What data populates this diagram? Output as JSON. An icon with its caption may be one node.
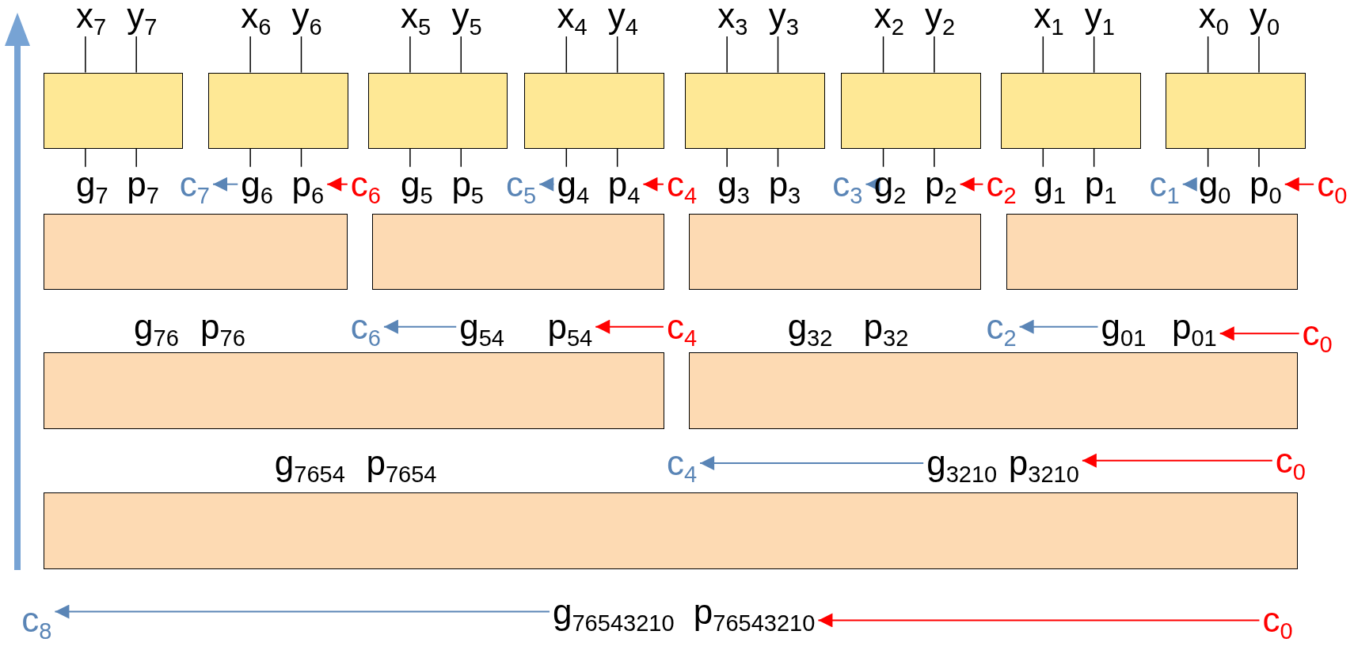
{
  "diagram": {
    "nodes": [
      {
        "text": [
          "x$_{7}$"
        ]
      },
      {
        "text": [
          "y$_{7}$"
        ]
      },
      {
        "text": [
          "x$_{6}$"
        ]
      },
      {
        "text": [
          "y$_{6}$"
        ]
      },
      {
        "text": [
          "x$_{5}$"
        ]
      },
      {
        "text": [
          "y$_{5}$"
        ]
      },
      {
        "text": [
          "x$_{4}$"
        ]
      },
      {
        "text": [
          "y$_{4}$"
        ]
      },
      {
        "text": [
          "x$_{3}$"
        ]
      },
      {
        "text": [
          "y$_{3}$"
        ]
      },
      {
        "text": [
          "x$_{2}$"
        ]
      },
      {
        "text": [
          "y$_{2}$"
        ]
      },
      {
        "text": [
          "x$_{1}$"
        ]
      },
      {
        "text": [
          "y$_{1}$"
        ]
      },
      {
        "text": [
          "x$_{0}$"
        ]
      },
      {
        "text": [
          "y$_{0}$"
        ]
      },
      {
        "text": [],
        "shape": "box"
      },
      {
        "text": [],
        "shape": "box"
      },
      {
        "text": [],
        "shape": "box"
      },
      {
        "text": [],
        "shape": "box"
      },
      {
        "text": [],
        "shape": "box"
      },
      {
        "text": [],
        "shape": "box"
      },
      {
        "text": [],
        "shape": "box"
      },
      {
        "text": [],
        "shape": "box"
      },
      {
        "text": [
          "g$_{7}$"
        ]
      },
      {
        "text": [
          "p$_{7}$"
        ]
      },
      {
        "text": [
          "c$_{7}$"
        ]
      },
      {
        "text": [
          "g$_{6}$"
        ]
      },
      {
        "text": [
          "p$_{6}$"
        ]
      },
      {
        "text": [
          "c$_{6}$"
        ]
      },
      {
        "text": [
          "g$_{5}$"
        ]
      },
      {
        "text": [
          "p$_{5}$"
        ]
      },
      {
        "text": [
          "c$_{5}$"
        ]
      },
      {
        "text": [
          "g$_{4}$"
        ]
      },
      {
        "text": [
          "p$_{4}$"
        ]
      },
      {
        "text": [
          "c$_{4}$"
        ]
      },
      {
        "text": [
          "g$_{3}$"
        ]
      },
      {
        "text": [
          "p$_{3}$"
        ]
      },
      {
        "text": [
          "c$_{3}$"
        ]
      },
      {
        "text": [
          "g$_{2}$"
        ]
      },
      {
        "text": [
          "p$_{2}$"
        ]
      },
      {
        "text": [
          "c$_{2}$"
        ]
      },
      {
        "text": [
          "g$_{1}$"
        ]
      },
      {
        "text": [
          "p$_{1}$"
        ]
      },
      {
        "text": [
          "c$_{1}$"
        ]
      },
      {
        "text": [
          "g$_{0}$"
        ]
      },
      {
        "text": [
          "p$_{0}$"
        ]
      },
      {
        "text": [
          "c$_{0}$"
        ]
      },
      {
        "text": [],
        "shape": "box"
      },
      {
        "text": [],
        "shape": "box"
      },
      {
        "text": [],
        "shape": "box"
      },
      {
        "text": [],
        "shape": "box"
      },
      {
        "text": [
          "g$_{76}$"
        ]
      },
      {
        "text": [
          "p$_{76}$"
        ]
      },
      {
        "text": [
          "c$_{6}$"
        ]
      },
      {
        "text": [
          "g$_{54}$"
        ]
      },
      {
        "text": [
          "p$_{54}$"
        ]
      },
      {
        "text": [
          "c$_{4}$"
        ]
      },
      {
        "text": [
          "g$_{32}$"
        ]
      },
      {
        "text": [
          "p$_{32}$"
        ]
      },
      {
        "text": [
          "c$_{2}$"
        ]
      },
      {
        "text": [
          "g$_{01}$"
        ]
      },
      {
        "text": [
          "p$_{01}$"
        ]
      },
      {
        "text": [
          "c$_{0}$"
        ]
      },
      {
        "text": [],
        "shape": "box"
      },
      {
        "text": [],
        "shape": "box"
      },
      {
        "text": [
          "g$_{7654}$"
        ]
      },
      {
        "text": [
          "p$_{7654}$"
        ]
      },
      {
        "text": [
          "c$_{4}$"
        ]
      },
      {
        "text": [
          "g$_{3210}$"
        ]
      },
      {
        "text": [
          "p$_{3210}$"
        ]
      },
      {
        "text": [
          "c$_{0}$"
        ]
      },
      {
        "text": [],
        "shape": "box"
      },
      {
        "text": [
          "c$_{8}$"
        ]
      },
      {
        "text": [
          "g$_{76543210}$"
        ]
      },
      {
        "text": [
          "p$_{76543210}$"
        ]
      },
      {
        "text": [
          "c$_{0}$"
        ]
      }
    ],
    "edges": [
      {
        "from": 0,
        "to": 16,
        "arrow": "none"
      },
      {
        "from": 1,
        "to": 16,
        "arrow": "none"
      },
      {
        "from": 2,
        "to": 17,
        "arrow": "none"
      },
      {
        "from": 3,
        "to": 17,
        "arrow": "none"
      },
      {
        "from": 4,
        "to": 18,
        "arrow": "none"
      },
      {
        "from": 5,
        "to": 18,
        "arrow": "none"
      },
      {
        "from": 6,
        "to": 19,
        "arrow": "none"
      },
      {
        "from": 7,
        "to": 19,
        "arrow": "none"
      },
      {
        "from": 8,
        "to": 20,
        "arrow": "none"
      },
      {
        "from": 9,
        "to": 20,
        "arrow": "none"
      },
      {
        "from": 10,
        "to": 21,
        "arrow": "none"
      },
      {
        "from": 11,
        "to": 21,
        "arrow": "none"
      },
      {
        "from": 12,
        "to": 22,
        "arrow": "none"
      },
      {
        "from": 13,
        "to": 22,
        "arrow": "none"
      },
      {
        "from": 14,
        "to": 23,
        "arrow": "none"
      },
      {
        "from": 15,
        "to": 23,
        "arrow": "none"
      },
      {
        "from": 16,
        "to": 24,
        "arrow": "none"
      },
      {
        "from": 16,
        "to": 25,
        "arrow": "none"
      },
      {
        "from": 17,
        "to": 27,
        "arrow": "none"
      },
      {
        "from": 17,
        "to": 28,
        "arrow": "none"
      },
      {
        "from": 18,
        "to": 30,
        "arrow": "none"
      },
      {
        "from": 18,
        "to": 31,
        "arrow": "none"
      },
      {
        "from": 19,
        "to": 33,
        "arrow": "none"
      },
      {
        "from": 19,
        "to": 34,
        "arrow": "none"
      },
      {
        "from": 20,
        "to": 36,
        "arrow": "none"
      },
      {
        "from": 20,
        "to": 37,
        "arrow": "none"
      },
      {
        "from": 21,
        "to": 39,
        "arrow": "none"
      },
      {
        "from": 21,
        "to": 40,
        "arrow": "none"
      },
      {
        "from": 22,
        "to": 42,
        "arrow": "none"
      },
      {
        "from": 22,
        "to": 43,
        "arrow": "none"
      },
      {
        "from": 23,
        "to": 45,
        "arrow": "none"
      },
      {
        "from": 23,
        "to": 46,
        "arrow": "none"
      },
      {
        "from": 27,
        "to": 26,
        "arrow": "to",
        "color": "#5a85b6"
      },
      {
        "from": 29,
        "to": 28,
        "arrow": "to",
        "color": "#ff0000"
      },
      {
        "from": 33,
        "to": 32,
        "arrow": "to",
        "color": "#5a85b6"
      },
      {
        "from": 35,
        "to": 34,
        "arrow": "to",
        "color": "#ff0000"
      },
      {
        "from": 39,
        "to": 38,
        "arrow": "to",
        "color": "#5a85b6"
      },
      {
        "from": 41,
        "to": 40,
        "arrow": "to",
        "color": "#ff0000"
      },
      {
        "from": 45,
        "to": 44,
        "arrow": "to",
        "color": "#5a85b6"
      },
      {
        "from": 47,
        "to": 46,
        "arrow": "to",
        "color": "#ff0000"
      },
      {
        "from": 55,
        "to": 54,
        "arrow": "to",
        "color": "#5a85b6"
      },
      {
        "from": 57,
        "to": 56,
        "arrow": "to",
        "color": "#ff0000"
      },
      {
        "from": 61,
        "to": 60,
        "arrow": "to",
        "color": "#5a85b6"
      },
      {
        "from": 63,
        "to": 62,
        "arrow": "to",
        "color": "#ff0000"
      },
      {
        "from": 69,
        "to": 68,
        "arrow": "to",
        "color": "#5a85b6"
      },
      {
        "from": 71,
        "to": 70,
        "arrow": "to",
        "color": "#ff0000"
      },
      {
        "from": 74,
        "to": 73,
        "arrow": "to",
        "color": "#5a85b6"
      },
      {
        "from": 76,
        "to": 75,
        "arrow": "to",
        "color": "#ff0000"
      }
    ]
  }
}
